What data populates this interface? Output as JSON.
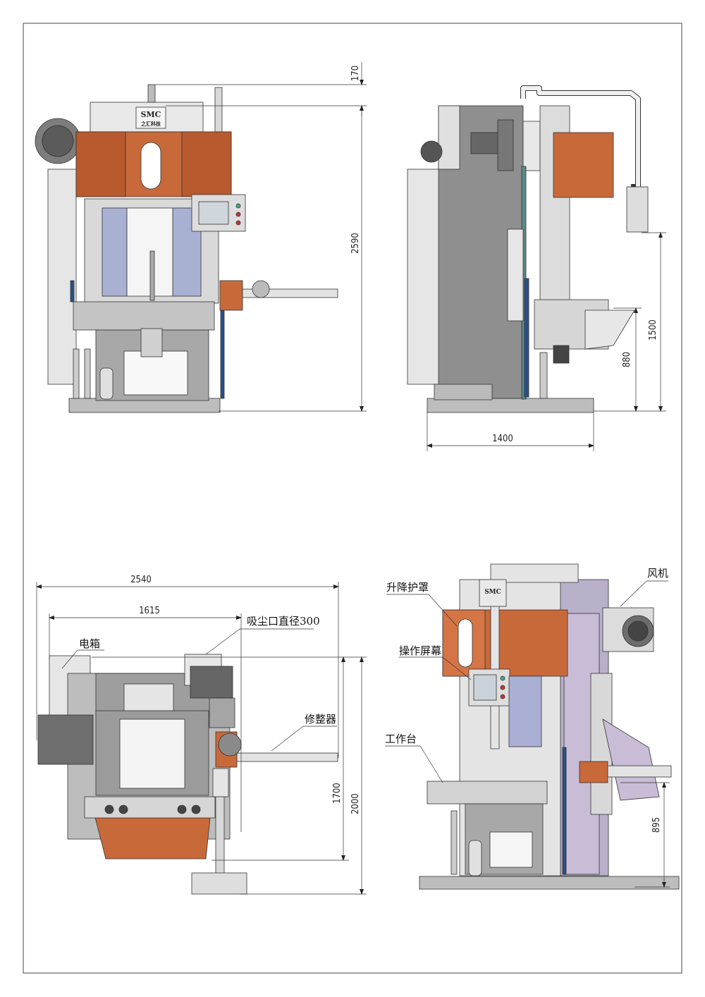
{
  "brand": {
    "logo_text": "SMC",
    "logo_subtext": "之汇科技"
  },
  "front_view": {
    "dims": {
      "top_offset": "170",
      "total_height": "2590"
    }
  },
  "side_view": {
    "dims": {
      "width": "1400",
      "screen_height": "1500",
      "table_height": "880"
    }
  },
  "top_view": {
    "dims": {
      "total_width": "2540",
      "body_width": "1615",
      "depth_inner": "1700",
      "depth_total": "2000"
    },
    "labels": {
      "electric_box": "电箱",
      "dust_port": "吸尘口直径300",
      "trimmer": "修整器"
    }
  },
  "iso_view": {
    "dims": {
      "table_height": "895"
    },
    "labels": {
      "lift_guard": "升降护罩",
      "fan": "风机",
      "screen": "操作屏幕",
      "worktable": "工作台"
    }
  },
  "colors": {
    "copper": "#c8693a",
    "copper_dark": "#9a4a22",
    "steel": "#9a9a9a",
    "steel_light": "#c9c9c9",
    "steel_dark": "#6a6a6a",
    "blue_rod": "#2a4f8a",
    "lavender": "#c8bcd6",
    "periwinkle": "#aab0d4",
    "panel_white": "#f2f2f2"
  }
}
